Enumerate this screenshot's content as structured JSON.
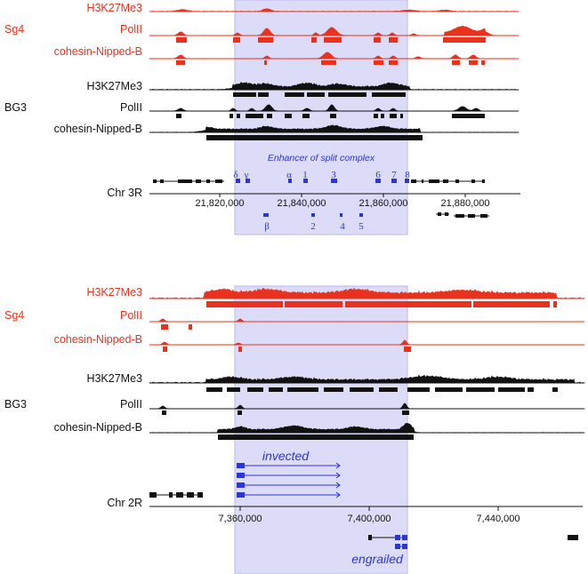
{
  "colors": {
    "sg4": "#e8321e",
    "bg3": "#111111",
    "gene": "#2c35d6",
    "highlight": "#dcdcf8",
    "highlight_edge": "#b8b8ef"
  },
  "panels": [
    {
      "id": "top",
      "groups": [
        {
          "name": "Sg4",
          "color_key": "sg4",
          "tracks": [
            {
              "label": "H3K27Me3"
            },
            {
              "label": "PolII"
            },
            {
              "label": "cohesin-Nipped-B"
            }
          ]
        },
        {
          "name": "BG3",
          "color_key": "bg3",
          "tracks": [
            {
              "label": "H3K27Me3"
            },
            {
              "label": "PolII"
            },
            {
              "label": "cohesin-Nipped-B"
            }
          ]
        }
      ],
      "highlight_label": "Enhancer of split complex",
      "chromosome": "Chr 3R",
      "ticks": [
        "21,820,000",
        "21,840,000",
        "21,860,000",
        "21,880,000"
      ],
      "gene_labels_above": [
        "δ",
        "γ",
        "α",
        "1",
        "3",
        "6",
        "7",
        "8"
      ],
      "gene_labels_below": [
        "β",
        "2",
        "4",
        "5"
      ]
    },
    {
      "id": "bottom",
      "groups": [
        {
          "name": "Sg4",
          "color_key": "sg4",
          "tracks": [
            {
              "label": "H3K27Me3"
            },
            {
              "label": "PolII"
            },
            {
              "label": "cohesin-Nipped-B"
            }
          ]
        },
        {
          "name": "BG3",
          "color_key": "bg3",
          "tracks": [
            {
              "label": "H3K27Me3"
            },
            {
              "label": "PolII"
            },
            {
              "label": "cohesin-Nipped-B"
            }
          ]
        }
      ],
      "chromosome": "Chr 2R",
      "ticks": [
        "7,360,000",
        "7,400,000",
        "7,440,000"
      ],
      "gene_name_1": "invected",
      "gene_name_2": "engrailed"
    }
  ]
}
